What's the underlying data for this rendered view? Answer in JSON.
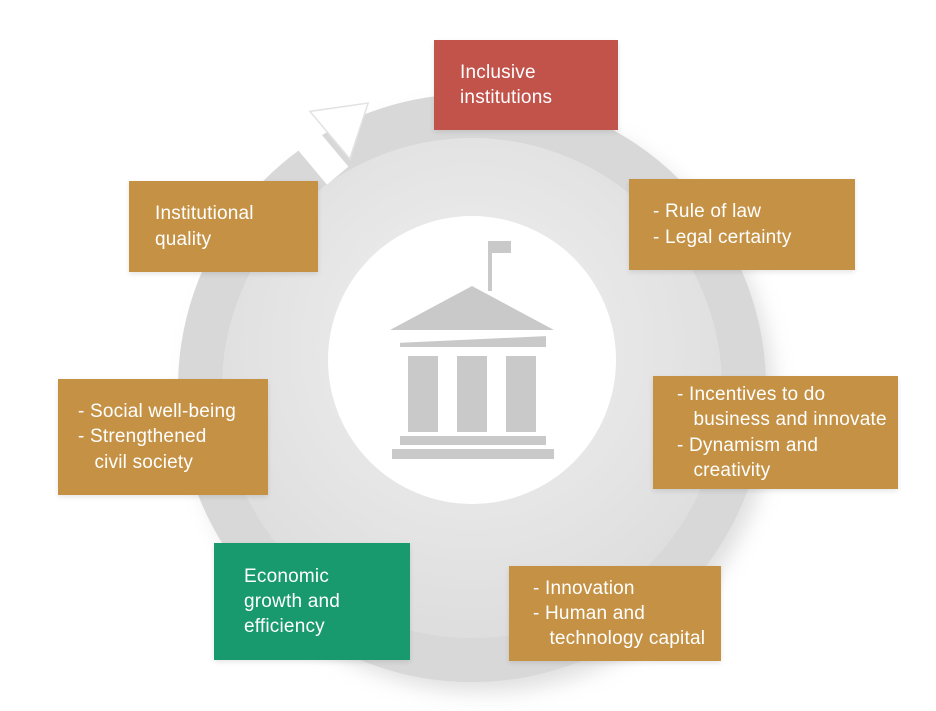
{
  "palette": {
    "accent_red": "#c1534b",
    "accent_tan": "#c59245",
    "accent_green": "#18996e",
    "ring_gray": "#d8d8d8",
    "icon_gray": "#c9c9c9"
  },
  "diagram": {
    "center_icon": "government-building-icon",
    "arrow_icon": "cycle-arrow-icon",
    "boxes": [
      {
        "name": "inclusive-institutions",
        "color": "#c1534b",
        "text": "Inclusive\ninstitutions"
      },
      {
        "name": "rule-of-law-legal-certainty",
        "color": "#c59245",
        "text": "- Rule of law\n- Legal certainty"
      },
      {
        "name": "incentives-dynamism",
        "color": "#c59245",
        "text": "- Incentives to do\n   business and innovate\n- Dynamism and\n   creativity"
      },
      {
        "name": "innovation-human-capital",
        "color": "#c59245",
        "text": "- Innovation\n- Human and\n   technology capital"
      },
      {
        "name": "economic-growth-efficiency",
        "color": "#18996e",
        "text": "Economic\ngrowth and\nefficiency"
      },
      {
        "name": "social-wellbeing-civil-society",
        "color": "#c59245",
        "text": "- Social well-being\n- Strengthened\n   civil society"
      },
      {
        "name": "institutional-quality",
        "color": "#c59245",
        "text": "Institutional\nquality"
      }
    ]
  }
}
